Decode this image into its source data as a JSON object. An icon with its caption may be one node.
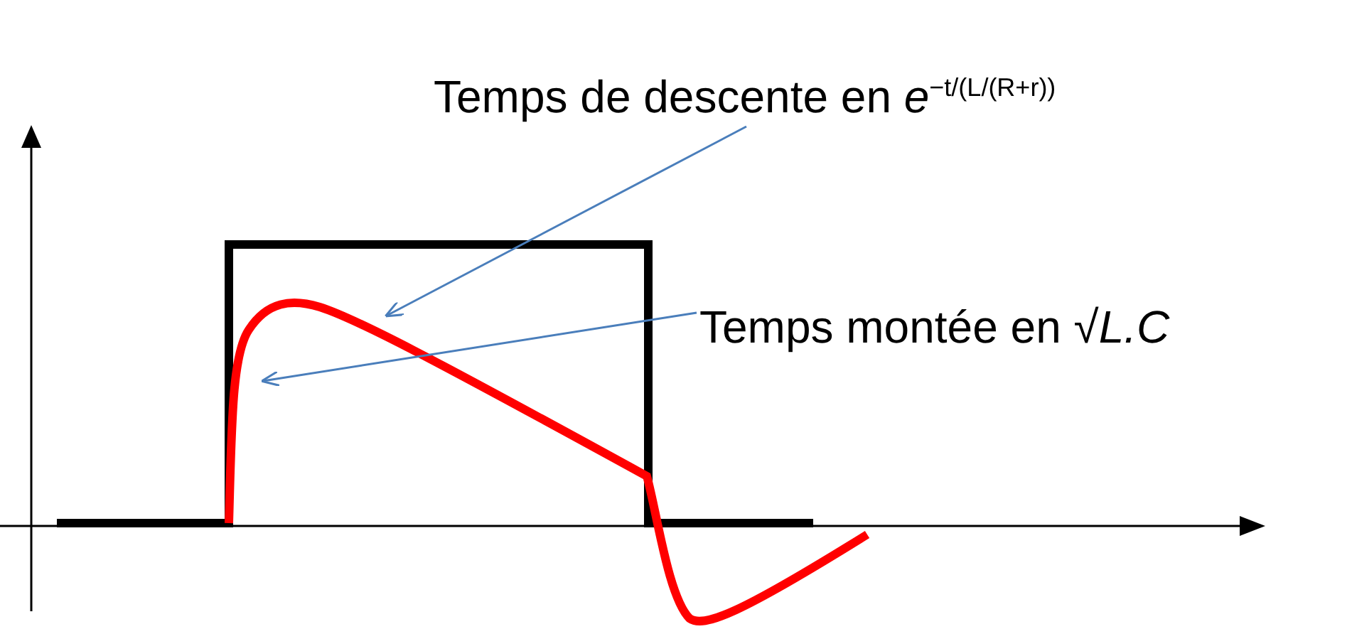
{
  "diagram": {
    "nodes": [
      {
        "text": [
          "Temps de descente en *e*$^{−t/(L/(R+r))}$"
        ]
      },
      {
        "text": [
          "Temps montée en √*L.C*"
        ]
      }
    ],
    "edges": [
      {
        "from": 0,
        "to": null,
        "arrow": "to"
      },
      {
        "from": 1,
        "to": null,
        "arrow": "to"
      }
    ]
  }
}
